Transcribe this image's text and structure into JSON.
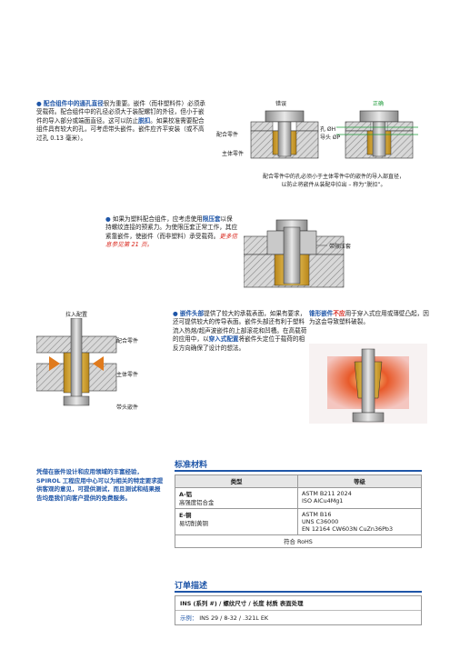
{
  "section1": {
    "text_runs": [
      {
        "t": "● ",
        "c": "blue"
      },
      {
        "t": "配合组件中的通孔直径",
        "c": "blue bold"
      },
      {
        "t": "很为重要。嵌件（而非塑料件）必须承受载荷。配合组件中的孔径必须大于装配螺钉的外径，但小于嵌件的导入部分或端面直径。这可以防止"
      },
      {
        "t": "脱扣",
        "c": "blue bold"
      },
      {
        "t": "。如果校准需要配合组件具有较大的孔，可考虑带头嵌件。嵌件应齐平安装（或不高过孔 0.13 毫米）。"
      }
    ],
    "label_wrong": "错误",
    "label_right": "正确",
    "label_mating": "配合零件",
    "label_main": "主体零件",
    "label_hole": "孔 ØH",
    "label_pilot": "导头 ØP",
    "caption": [
      "配合零件中的孔必须小于主体零件中的嵌件的导入部直径，",
      "以防止将嵌件从装配中拉出 – 称为“脱扣”。"
    ]
  },
  "section2": {
    "text_runs": [
      {
        "t": "● ",
        "c": "blue"
      },
      {
        "t": "如果为塑料配合组件，应考虑使用"
      },
      {
        "t": "限压套",
        "c": "blue bold"
      },
      {
        "t": "以保持螺纹连接的预紧力。为使限压套正常工作，其应紧靠嵌件，使嵌件（而非塑料）承受载荷。"
      },
      {
        "t": "更多信息参见第 21 页。",
        "c": "red ital"
      }
    ],
    "label_sleeve": "带限压套"
  },
  "section3": {
    "label_pullout": "拉入配置",
    "label_mating": "配合零件",
    "label_main": "主体零件",
    "label_headed": "带头嵌件",
    "text_runs": [
      {
        "t": "● ",
        "c": "blue"
      },
      {
        "t": "嵌件头部",
        "c": "blue bold"
      },
      {
        "t": "提供了较大的承载表面，如果有要求，还可提供较大的传导表面。嵌件头部还有利于塑料流入热熔/超声波嵌件的上部滚花和凹槽。在高载荷的应用中，以"
      },
      {
        "t": "穿入式配置",
        "c": "blue bold"
      },
      {
        "t": "将嵌件头定位于载荷的相反方向确保了设计的想法。"
      }
    ]
  },
  "section4": {
    "text_runs": [
      {
        "t": "锥形嵌件",
        "c": "blue bold"
      },
      {
        "t": "不应",
        "c": "red bold"
      },
      {
        "t": "用于穿入式应用或薄壁凸起，因为这会导致塑料破裂。"
      }
    ]
  },
  "sidebar": {
    "text": "凭借在嵌件设计和应用领域的丰富经验，SPIROL 工程应用中心可以为相关的特定要求提供客观的意见，可提供测试，而且测试和结果报告均是我们向客户提供的免费服务。"
  },
  "materials": {
    "title": "标准材料",
    "col_type": "类型",
    "col_grade": "等级",
    "rows": [
      {
        "type_code": "A-铝",
        "type_desc": "高强度铝合金",
        "grades": [
          "ASTM B211 2024",
          "ISO AlCu4Mg1"
        ]
      },
      {
        "type_code": "E-铜",
        "type_desc": "易切削黄铜",
        "grades": [
          "ASTM B16",
          "UNS C36000",
          "EN 12164 CW603N CuZn36Pb3"
        ]
      }
    ],
    "footer": "符合 RoHS"
  },
  "order": {
    "title": "订单描述",
    "format": "INS (系列 #) / 螺纹尺寸 / 长度  材质  表面处理",
    "example_label": "示例：",
    "example_value": "INS 29  / 8-32 / .321L  EK"
  }
}
